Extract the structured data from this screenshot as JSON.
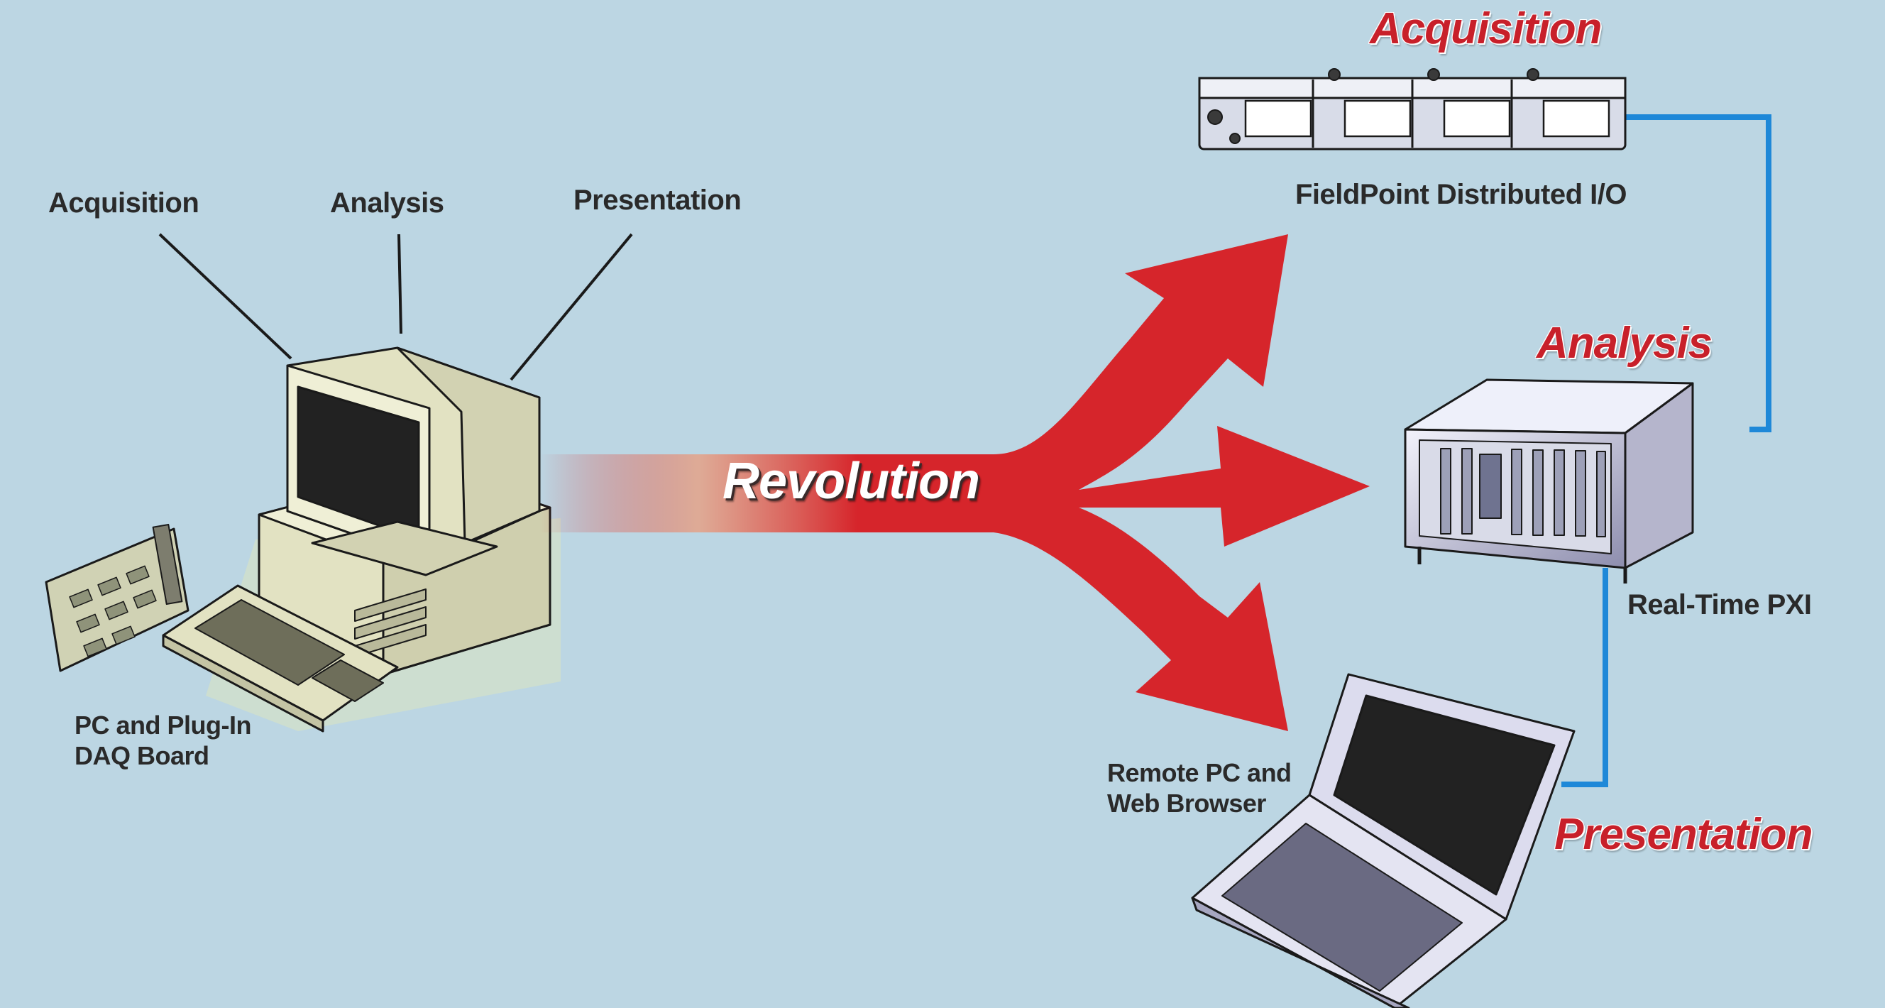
{
  "pc_side": {
    "label_acquisition": "Acquisition",
    "label_analysis": "Analysis",
    "label_presentation": "Presentation",
    "caption_line1": "PC and Plug-In",
    "caption_line2": "DAQ Board"
  },
  "arrow": {
    "label": "Revolution"
  },
  "distributed": {
    "acquisition_title": "Acquisition",
    "fieldpoint_caption": "FieldPoint Distributed I/O",
    "analysis_title": "Analysis",
    "pxi_caption": "Real-Time PXI",
    "remote_caption_line1": "Remote PC and",
    "remote_caption_line2": "Web Browser",
    "presentation_title": "Presentation"
  },
  "colors": {
    "background": "#bcd6e3",
    "arrow_red": "#d6252b",
    "stage_title_red": "#c8202a",
    "connector_blue": "#1e88d8",
    "pc_beige": "#e2e2c2"
  }
}
